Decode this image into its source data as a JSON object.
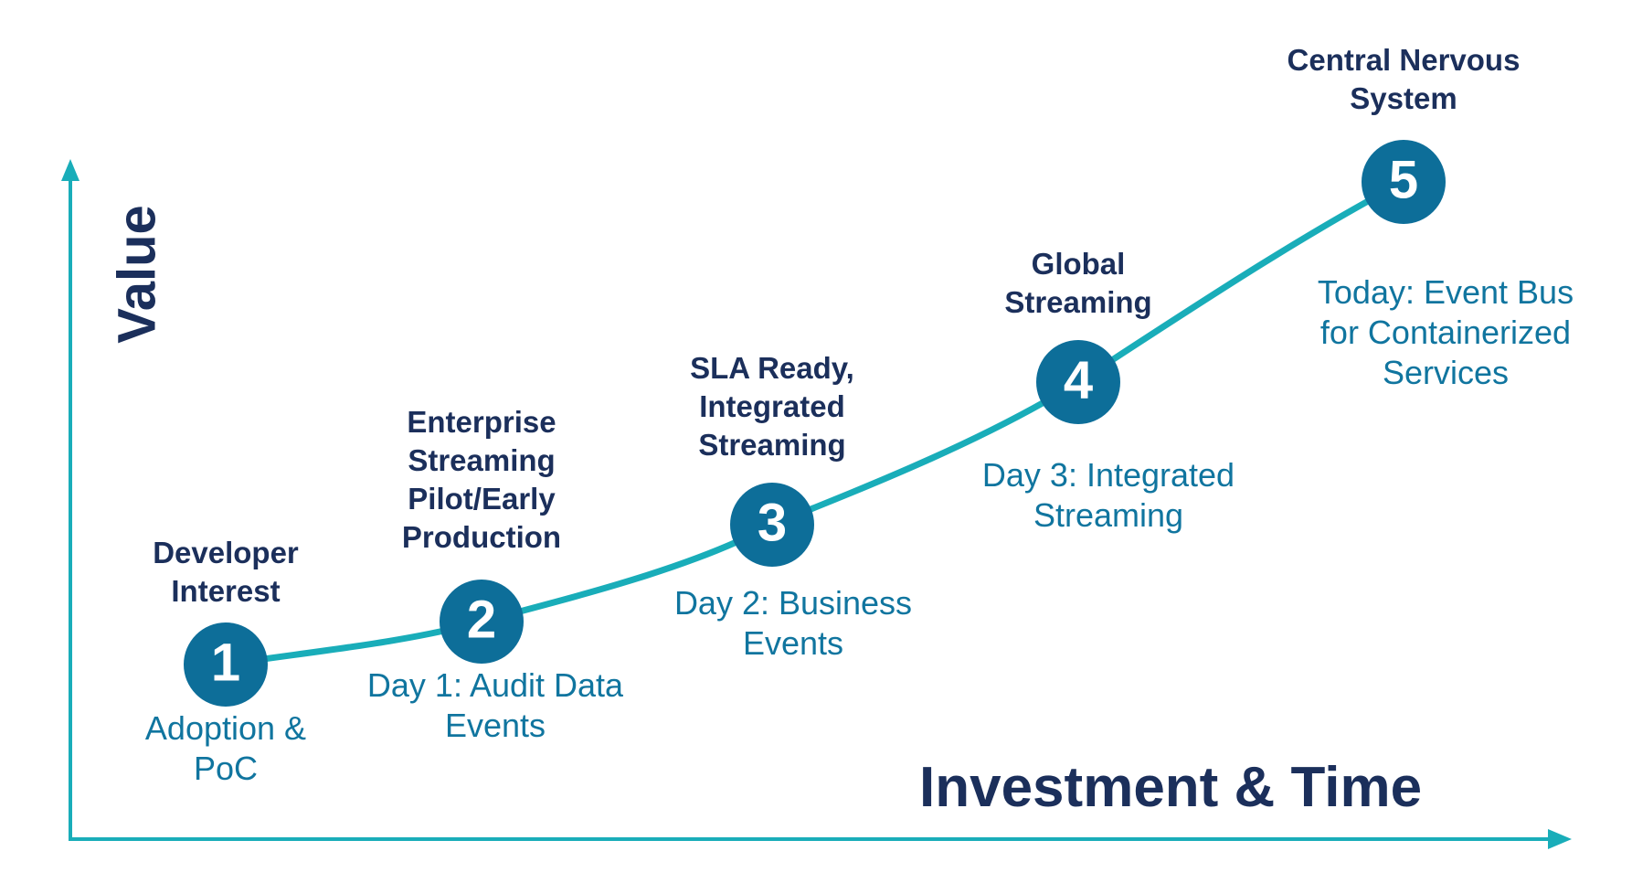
{
  "axes": {
    "y_label": "Value",
    "x_label": "Investment & Time"
  },
  "colors": {
    "axis": "#19adb9",
    "curve": "#19adb9",
    "node_fill": "#0d6e99",
    "node_text": "#ffffff",
    "title_text": "#1b2f5b",
    "desc_text": "#10759f"
  },
  "stages": [
    {
      "number": "1",
      "title": "Developer\nInterest",
      "description": "Adoption &\nPoC"
    },
    {
      "number": "2",
      "title": "Enterprise\nStreaming\nPilot/Early\nProduction",
      "description": "Day 1: Audit Data\nEvents"
    },
    {
      "number": "3",
      "title": "SLA Ready,\nIntegrated\nStreaming",
      "description": "Day 2: Business\nEvents"
    },
    {
      "number": "4",
      "title": "Global\nStreaming",
      "description": "Day 3: Integrated\nStreaming"
    },
    {
      "number": "5",
      "title": "Central Nervous\nSystem",
      "description": "Today: Event Bus\nfor Containerized\nServices"
    }
  ]
}
